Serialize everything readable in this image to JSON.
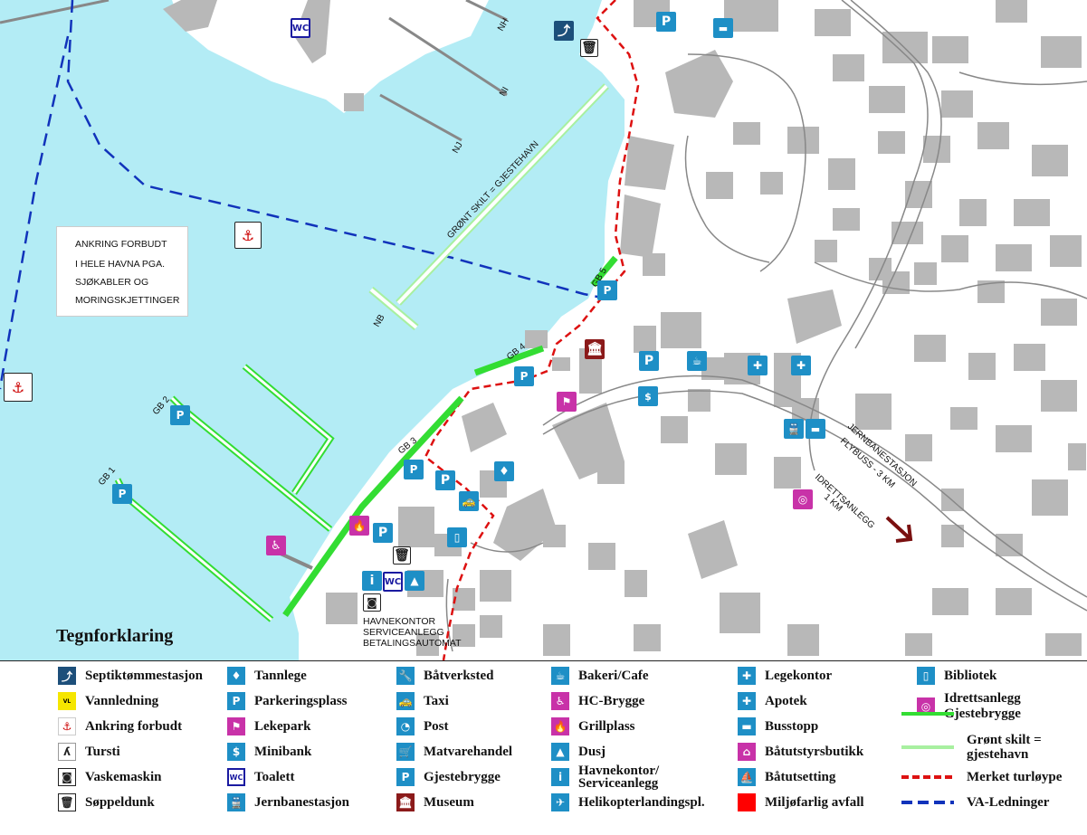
{
  "map_labels": {
    "notice_lines": [
      "ANKRING FORBUDT",
      "I HELE HAVNA PGA.",
      "SJØKABLER OG",
      "MORINGSKJETTINGER"
    ],
    "green_sign": "GRØNT SKILT = GJESTEHAVN",
    "piers": [
      "NH",
      "NI",
      "NJ",
      "NB",
      "GB 5",
      "GB 4",
      "GB 3",
      "GB 2",
      "GB 1"
    ],
    "office_lines": [
      "HAVNEKONTOR",
      "SERVICEANLEGG",
      "BETALINGSAUTOMAT"
    ],
    "rail_label": [
      "JERNBANESTASJON",
      "FLYBUSS - 3 KM"
    ],
    "sport_label": [
      "IDRETTSANLEGG",
      "1 KM"
    ],
    "wc": "WC",
    "anchor_sign": "ANKRING FORBUDT"
  },
  "legend": {
    "title": "Tegnforklaring",
    "items": [
      {
        "label": "Septiktømmestasjon",
        "icon": "septic-icon",
        "color": "#1d4f7a"
      },
      {
        "label": "Vannledning",
        "icon": "water-pipe-sign",
        "color": "#f5e600"
      },
      {
        "label": "Ankring forbudt",
        "icon": "anchor-prohibited-icon",
        "color": "#ffffff"
      },
      {
        "label": "Tursti",
        "icon": "hiking-icon",
        "color": "#ffffff"
      },
      {
        "label": "Vaskemaskin",
        "icon": "washing-machine-icon",
        "color": "#ffffff"
      },
      {
        "label": "Søppeldunk",
        "icon": "trash-bin-icon",
        "color": "#ffffff"
      },
      {
        "label": "Tannlege",
        "icon": "tooth-icon",
        "color": "#1e8fc6"
      },
      {
        "label": "Parkeringsplass",
        "icon": "parking-icon",
        "color": "#1e8fc6"
      },
      {
        "label": "Lekepark",
        "icon": "playground-icon",
        "color": "#c832a8"
      },
      {
        "label": "Minibank",
        "icon": "atm-icon",
        "color": "#1e8fc6"
      },
      {
        "label": "Toalett",
        "icon": "toilet-icon",
        "color": "#1a1aa0"
      },
      {
        "label": "Jernbanestasjon",
        "icon": "train-icon",
        "color": "#1e8fc6"
      },
      {
        "label": "Båtverksted",
        "icon": "wrench-icon",
        "color": "#1e8fc6"
      },
      {
        "label": "Taxi",
        "icon": "taxi-icon",
        "color": "#1e8fc6"
      },
      {
        "label": "Post",
        "icon": "post-horn-icon",
        "color": "#1e8fc6"
      },
      {
        "label": "Matvarehandel",
        "icon": "shopping-cart-icon",
        "color": "#1e8fc6"
      },
      {
        "label": "Gjestebrygge",
        "icon": "guest-dock-icon",
        "color": "#1e8fc6"
      },
      {
        "label": "Museum",
        "icon": "museum-icon",
        "color": "#8b1a1a"
      },
      {
        "label": "Bakeri/Cafe",
        "icon": "cafe-icon",
        "color": "#1e8fc6"
      },
      {
        "label": "HC-Brygge",
        "icon": "wheelchair-icon",
        "color": "#c832a8"
      },
      {
        "label": "Grillplass",
        "icon": "fire-icon",
        "color": "#c832a8"
      },
      {
        "label": "Dusj",
        "icon": "shower-icon",
        "color": "#1e8fc6"
      },
      {
        "label": "Havnekontor/\nServiceanlegg",
        "icon": "info-icon",
        "color": "#1e8fc6"
      },
      {
        "label": "Helikopterlandingspl.",
        "icon": "helicopter-icon",
        "color": "#1e8fc6"
      },
      {
        "label": "Legekontor",
        "icon": "doctor-icon",
        "color": "#1e8fc6"
      },
      {
        "label": "Apotek",
        "icon": "pharmacy-icon",
        "color": "#1e8fc6"
      },
      {
        "label": "Busstopp",
        "icon": "bus-icon",
        "color": "#1e8fc6"
      },
      {
        "label": "Båtutstyrsbutikk",
        "icon": "boat-shop-icon",
        "color": "#c832a8"
      },
      {
        "label": "Båtutsetting",
        "icon": "boat-launch-icon",
        "color": "#1e8fc6"
      },
      {
        "label": "Miljøfarlig avfall",
        "icon": "hazardous-waste-icon",
        "color": "#ff0000"
      },
      {
        "label": "Bibliotek",
        "icon": "library-icon",
        "color": "#1e8fc6"
      },
      {
        "label": "Idrettsanlegg\nGjestebrygge",
        "icon": "sports-icon",
        "color": "#c832a8"
      },
      {
        "label": "Grønt skilt =\ngjestehavn",
        "icon": "green-sign-line",
        "color": "#a8f0a0"
      },
      {
        "label": "Merket turløype",
        "icon": "trail-line",
        "color": "#dd1111"
      },
      {
        "label": "VA-Ledninger",
        "icon": "va-line",
        "color": "#1133bb"
      }
    ]
  },
  "colors": {
    "water": "#b3ecf5",
    "building": "#b8b8b8",
    "dock_green": "#33dd33",
    "light_green": "#a8f0a0",
    "trail_red": "#dd1111",
    "va_blue": "#1133bb",
    "road": "#888888"
  }
}
